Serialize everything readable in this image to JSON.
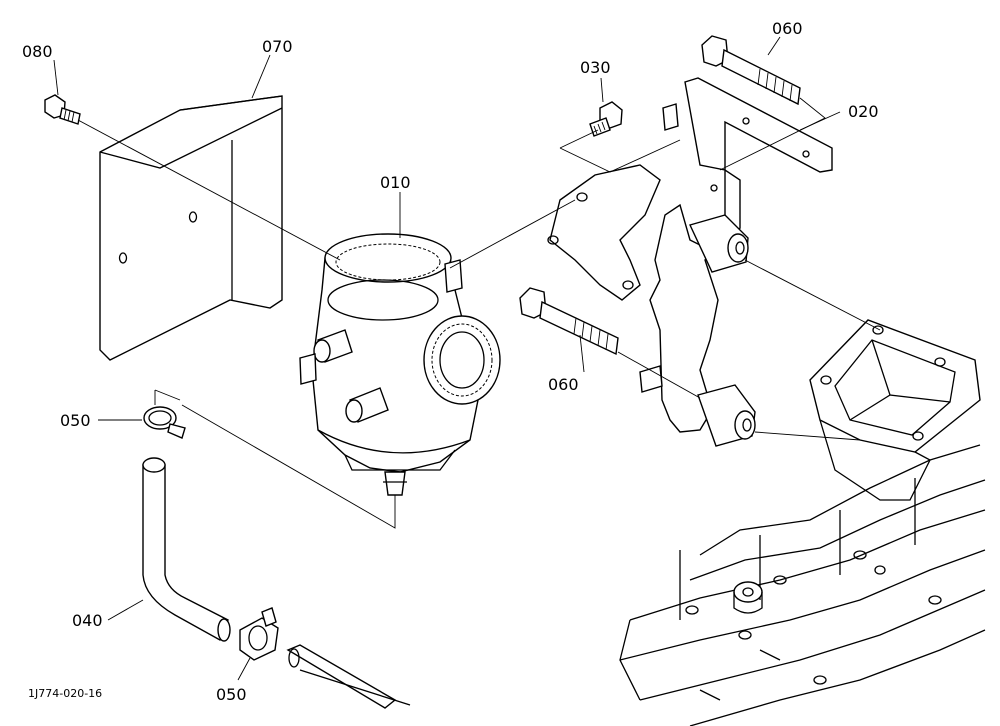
{
  "diagram": {
    "drawing_number": "1J774-020-16",
    "callouts": [
      {
        "id": "c010",
        "label": "010"
      },
      {
        "id": "c020",
        "label": "020"
      },
      {
        "id": "c030",
        "label": "030"
      },
      {
        "id": "c040",
        "label": "040"
      },
      {
        "id": "c050a",
        "label": "050"
      },
      {
        "id": "c050b",
        "label": "050"
      },
      {
        "id": "c060a",
        "label": "060"
      },
      {
        "id": "c060b",
        "label": "060"
      },
      {
        "id": "c070",
        "label": "070"
      },
      {
        "id": "c080",
        "label": "080"
      }
    ],
    "colors": {
      "line": "#000000",
      "background": "#ffffff"
    }
  }
}
